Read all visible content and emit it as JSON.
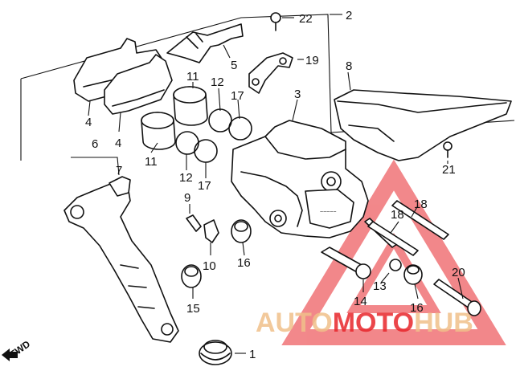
{
  "callouts": [
    {
      "id": "1",
      "label": "1"
    },
    {
      "id": "2",
      "label": "2"
    },
    {
      "id": "3",
      "label": "3"
    },
    {
      "id": "4a",
      "label": "4"
    },
    {
      "id": "4b",
      "label": "4"
    },
    {
      "id": "5",
      "label": "5"
    },
    {
      "id": "6",
      "label": "6"
    },
    {
      "id": "7",
      "label": "7"
    },
    {
      "id": "8",
      "label": "8"
    },
    {
      "id": "9",
      "label": "9"
    },
    {
      "id": "10",
      "label": "10"
    },
    {
      "id": "11a",
      "label": "11"
    },
    {
      "id": "11b",
      "label": "11"
    },
    {
      "id": "12a",
      "label": "12"
    },
    {
      "id": "12b",
      "label": "12"
    },
    {
      "id": "13",
      "label": "13"
    },
    {
      "id": "14",
      "label": "14"
    },
    {
      "id": "15",
      "label": "15"
    },
    {
      "id": "16a",
      "label": "16"
    },
    {
      "id": "16b",
      "label": "16"
    },
    {
      "id": "17a",
      "label": "17"
    },
    {
      "id": "17b",
      "label": "17"
    },
    {
      "id": "18a",
      "label": "18"
    },
    {
      "id": "18b",
      "label": "18"
    },
    {
      "id": "19",
      "label": "19"
    },
    {
      "id": "20",
      "label": "20"
    },
    {
      "id": "21",
      "label": "21"
    },
    {
      "id": "22",
      "label": "22"
    }
  ],
  "direction_marker": "FWD",
  "watermark": {
    "part1": "AUTO",
    "part2": "MOTO",
    "part3": "HUB",
    "color_red": "#e8262b",
    "color_tan": "#f0c08a"
  }
}
